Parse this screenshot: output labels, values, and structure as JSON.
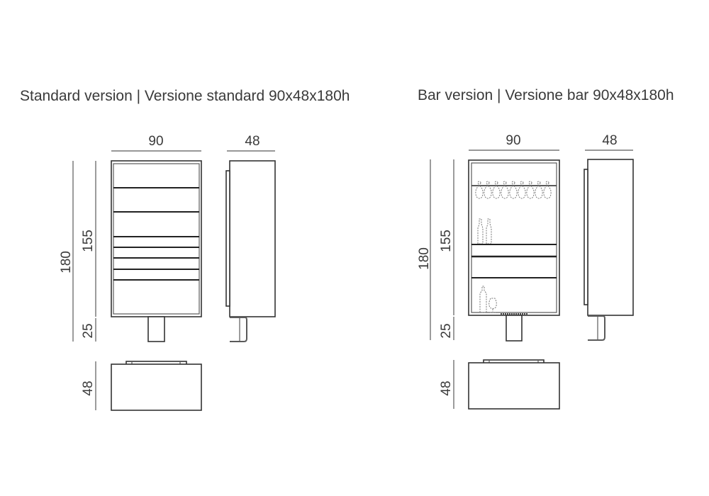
{
  "standard": {
    "title": "Standard version | Versione standard  90x48x180h",
    "width": "90",
    "depth": "48",
    "total_height": "180",
    "body_height": "155",
    "foot_height": "25",
    "top_depth": "48"
  },
  "bar": {
    "title": "Bar version | Versione bar  90x48x180h",
    "width": "90",
    "depth": "48",
    "total_height": "180",
    "body_height": "155",
    "foot_height": "25",
    "top_depth": "48"
  }
}
